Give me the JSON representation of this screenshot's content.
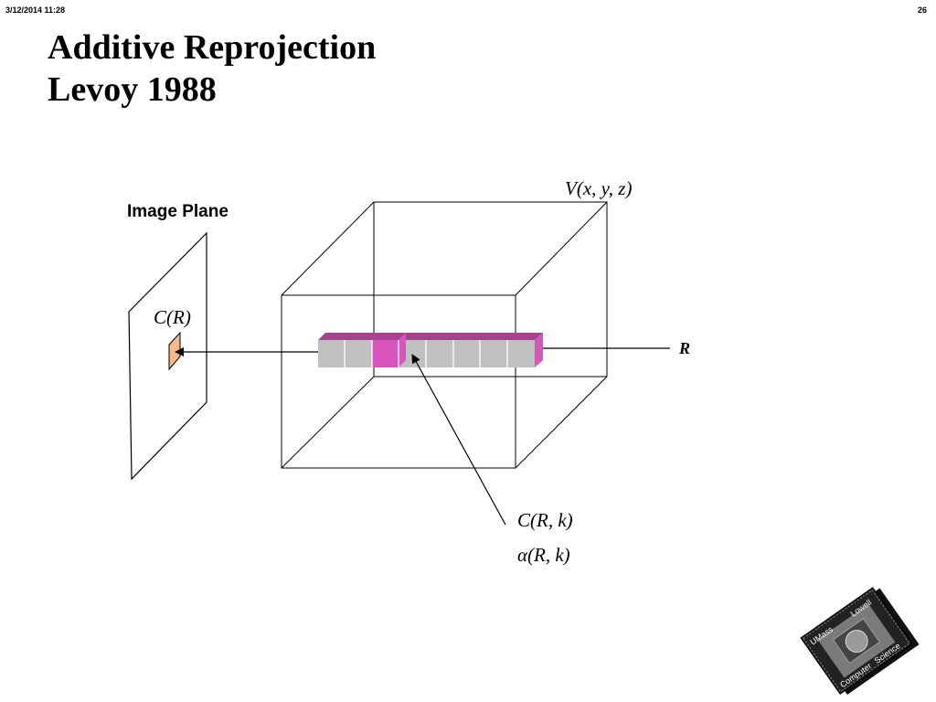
{
  "header": {
    "date": "3/12/2014   11:28",
    "page_number": "26"
  },
  "slide": {
    "title_line1": "Additive Reprojection",
    "title_line2": "Levoy 1988"
  },
  "diagram": {
    "image_plane_label": "Image Plane",
    "image_plane_pixel_label": "C(R)",
    "volume_label": "V(x, y, z)",
    "ray_label": "R",
    "sample_color_label": "C(R, k)",
    "sample_opacity_label": "α(R, k)"
  },
  "colors": {
    "line": "#000000",
    "sample_face": "#c0c0c0",
    "sample_top": "#a8418f",
    "sample_accent": "#d855bb",
    "pixel_fill": "#f5b98a"
  },
  "logo": {
    "text_top_left": "UMass",
    "text_top_right": "Lowell",
    "text_bottom_left": "Computer",
    "text_bottom_right": "Science"
  }
}
